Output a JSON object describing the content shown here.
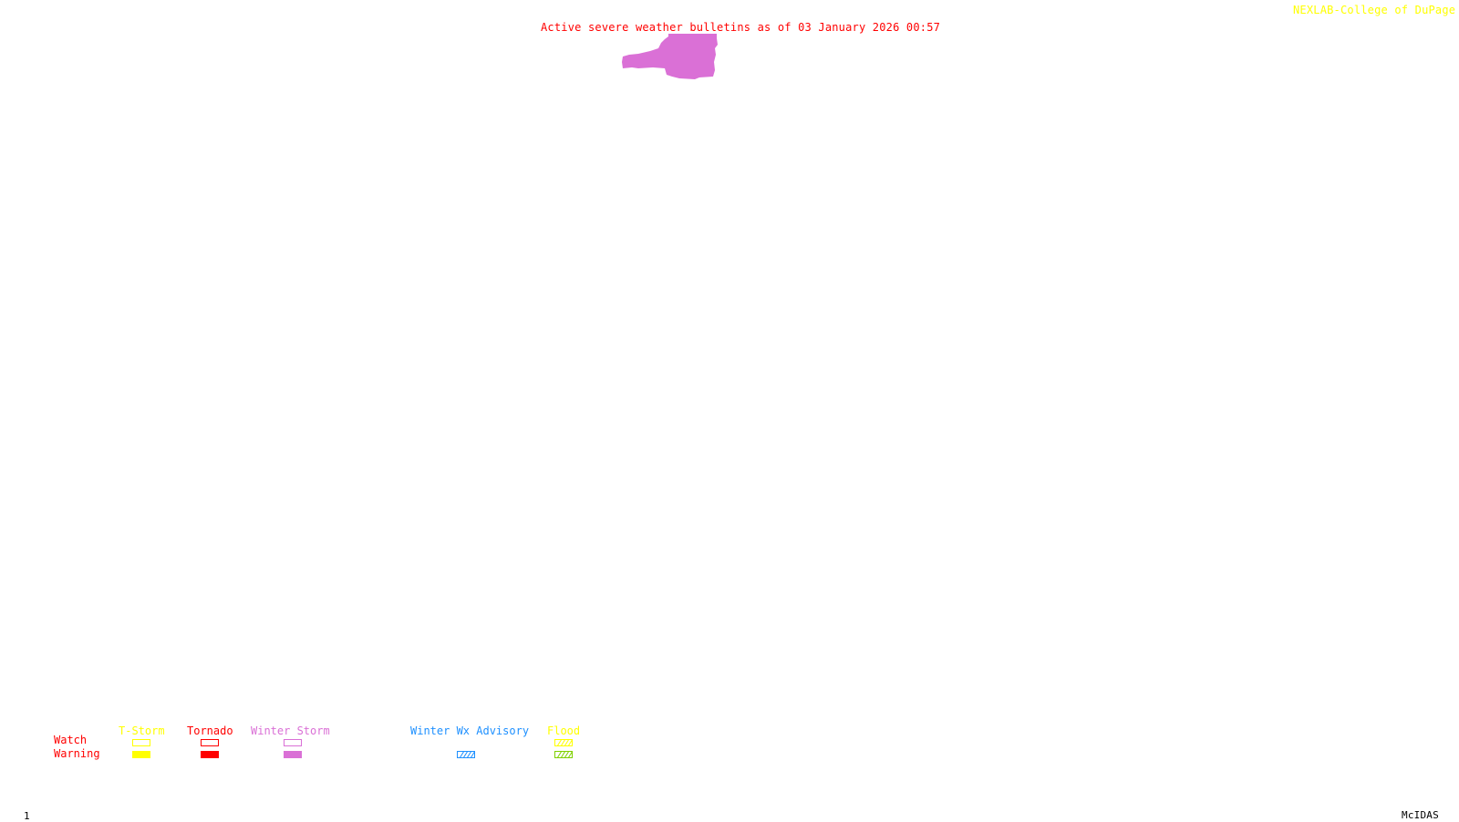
{
  "header": {
    "title": "Active severe weather bulletins as of 03 January 2026 00:57",
    "credit": "NEXLAB-College of DuPage ↖"
  },
  "map": {
    "active_bulletins": [
      {
        "type": "Winter Storm",
        "category": "Warning",
        "color": "#da70d6"
      }
    ]
  },
  "legend": {
    "rows": [
      {
        "label": "Watch"
      },
      {
        "label": "Warning"
      }
    ],
    "columns": [
      {
        "label": "T-Storm",
        "color": "#ffff00",
        "watch_style": "outline",
        "warning_style": "fill",
        "watch_color": "#ffff00",
        "warning_color": "#ffff00"
      },
      {
        "label": "Tornado",
        "color": "#ff0000",
        "watch_style": "outline",
        "warning_style": "fill",
        "watch_color": "#ff0000",
        "warning_color": "#ff0000"
      },
      {
        "label": "Winter Storm",
        "color": "#da70d6",
        "watch_style": "outline",
        "warning_style": "fill",
        "watch_color": "#da70d6",
        "warning_color": "#da70d6"
      },
      {
        "label": "Winter Wx Advisory",
        "color": "#1e90ff",
        "watch_style": "none",
        "warning_style": "hatch",
        "watch_color": "",
        "warning_color": "#1e90ff"
      },
      {
        "label": "Flood",
        "color": "#ffff00",
        "watch_style": "hatch",
        "warning_style": "hatch",
        "watch_color": "#ffff00",
        "warning_color": "#7fd000"
      }
    ]
  },
  "footer": {
    "frame_number": "1",
    "software": "McIDAS"
  },
  "colors": {
    "title": "#ff0000",
    "credit": "#ffff00",
    "background": "#ffffff"
  }
}
